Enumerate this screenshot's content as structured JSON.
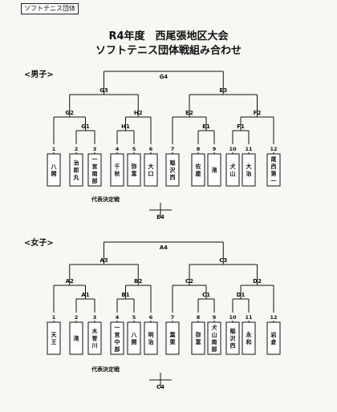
{
  "header": {
    "tag": "ソフトテニス団体",
    "title_line1": "R4年度　西尾張地区大会",
    "title_line2": "ソフトテニス団体戦組み合わせ"
  },
  "boys": {
    "section_label": "<男子>",
    "note": "代表決定戦",
    "final_label": "G4",
    "rep_match_label": "E4",
    "match_labels": [
      "G3",
      "E3",
      "G2",
      "H2",
      "E2",
      "F2",
      "G1",
      "H1",
      "E1",
      "F1"
    ],
    "teams": [
      {
        "num": "1",
        "name": [
          "八",
          "開"
        ]
      },
      {
        "num": "2",
        "name": [
          "治",
          "郎",
          "丸"
        ]
      },
      {
        "num": "3",
        "name": [
          "一",
          "宮",
          "南",
          "部"
        ]
      },
      {
        "num": "4",
        "name": [
          "千",
          "秋"
        ]
      },
      {
        "num": "5",
        "name": [
          "弥",
          "富"
        ]
      },
      {
        "num": "6",
        "name": [
          "大",
          "口"
        ]
      },
      {
        "num": "7",
        "name": [
          "稲",
          "沢",
          "西"
        ]
      },
      {
        "num": "8",
        "name": [
          "佐",
          "屋"
        ]
      },
      {
        "num": "9",
        "name": [
          "滝"
        ]
      },
      {
        "num": "10",
        "name": [
          "犬",
          "山"
        ]
      },
      {
        "num": "11",
        "name": [
          "大",
          "治"
        ]
      },
      {
        "num": "12",
        "name": [
          "尾",
          "西",
          "第",
          "一"
        ]
      }
    ]
  },
  "girls": {
    "section_label": "<女子>",
    "note": "代表決定戦",
    "final_label": "A4",
    "rep_match_label": "C4",
    "match_labels": [
      "A3",
      "C3",
      "A2",
      "B2",
      "C2",
      "D2",
      "A1",
      "B1",
      "C1",
      "D1"
    ],
    "teams": [
      {
        "num": "1",
        "name": [
          "天",
          "王"
        ]
      },
      {
        "num": "2",
        "name": [
          "滝"
        ]
      },
      {
        "num": "3",
        "name": [
          "木",
          "曽",
          "川"
        ]
      },
      {
        "num": "4",
        "name": [
          "一",
          "宮",
          "中",
          "部"
        ]
      },
      {
        "num": "5",
        "name": [
          "八",
          "開"
        ]
      },
      {
        "num": "6",
        "name": [
          "明",
          "治"
        ]
      },
      {
        "num": "7",
        "name": [
          "葉",
          "栗"
        ]
      },
      {
        "num": "8",
        "name": [
          "弥",
          "富"
        ]
      },
      {
        "num": "9",
        "name": [
          "犬",
          "山",
          "南",
          "部"
        ]
      },
      {
        "num": "10",
        "name": [
          "稲",
          "沢",
          "西"
        ]
      },
      {
        "num": "11",
        "name": [
          "永",
          "和"
        ]
      },
      {
        "num": "12",
        "name": [
          "岩",
          "倉"
        ]
      }
    ]
  }
}
